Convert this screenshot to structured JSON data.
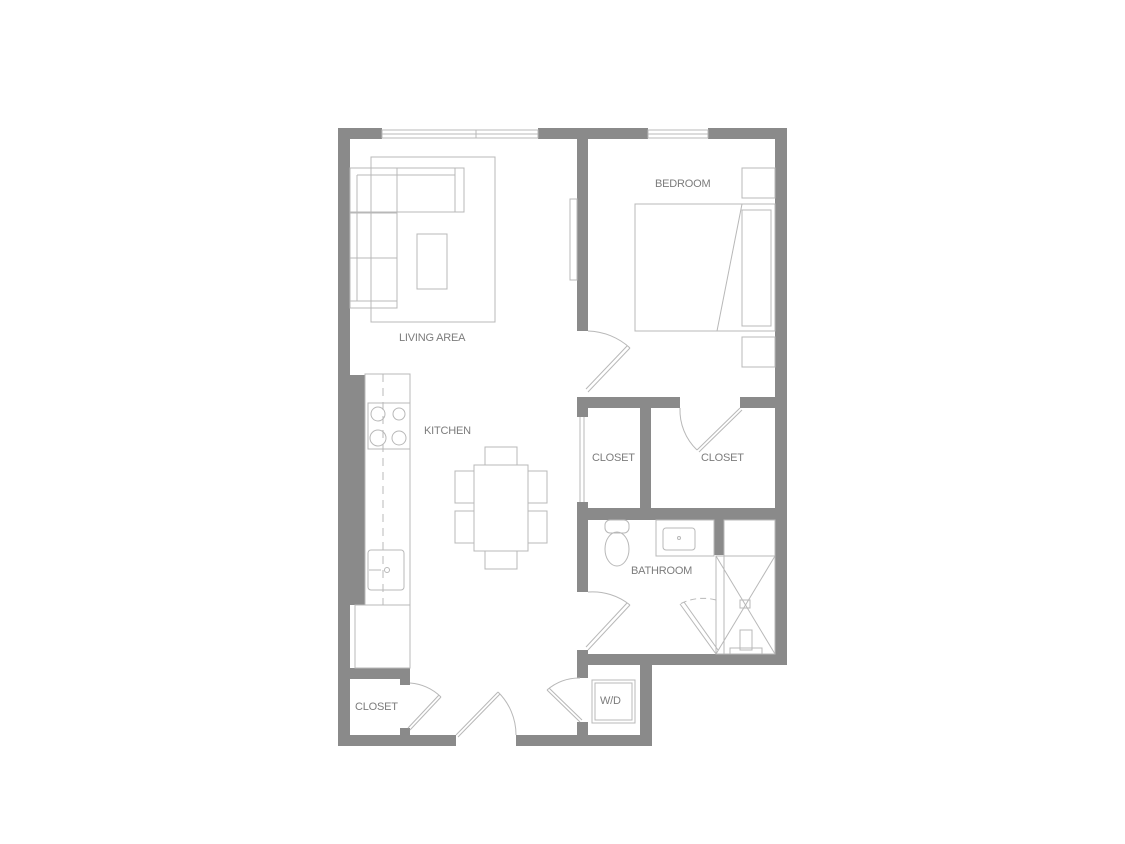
{
  "plan": {
    "rooms": {
      "living": "LIVING AREA",
      "bedroom": "BEDROOM",
      "kitchen": "KITCHEN",
      "closet_hall": "CLOSET",
      "closet_bedroom": "CLOSET",
      "bathroom": "BATHROOM",
      "closet_entry": "CLOSET",
      "laundry": "W/D"
    },
    "colors": {
      "wall": "#8a8a8a",
      "fixture_line": "#b8b8b8",
      "label": "#7c7c7c"
    }
  }
}
